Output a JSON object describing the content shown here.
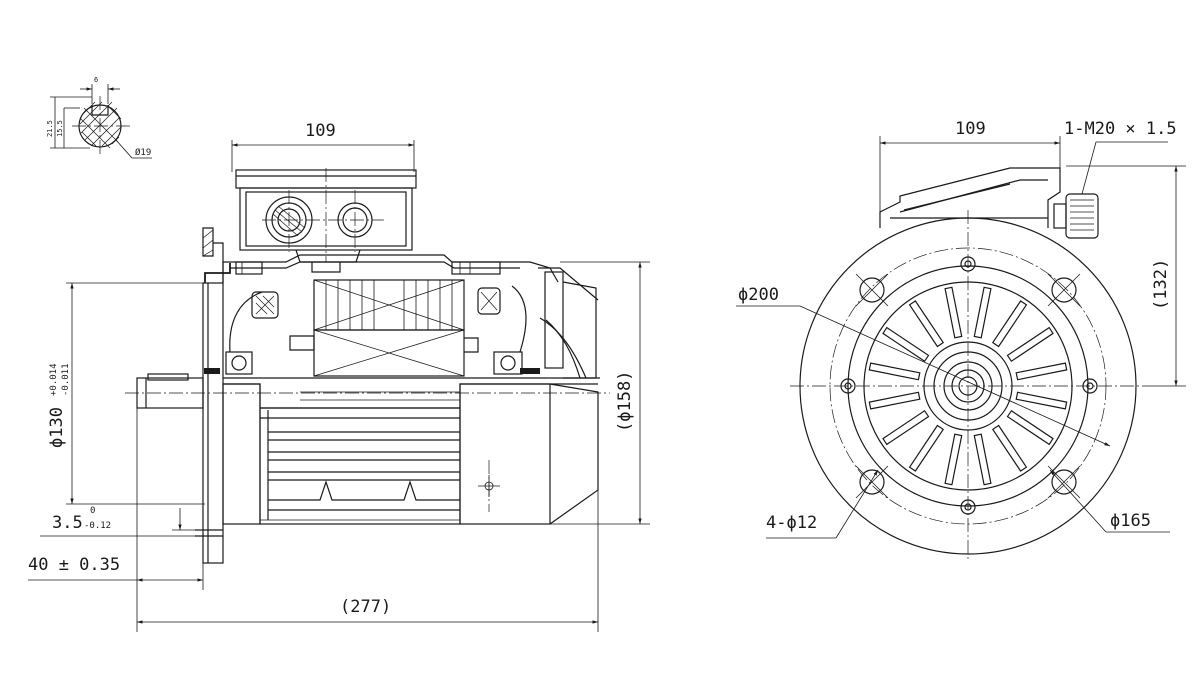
{
  "key_detail": {
    "key_width": "6",
    "dim_21_5": "21.5",
    "dim_15_5": "15.5",
    "shaft_diameter": "Ø19"
  },
  "side_view": {
    "terminal_box_width": "109",
    "spigot_diameter": "ϕ130",
    "spigot_tol_upper": "+0.014",
    "spigot_tol_lower": "-0.011",
    "flange_thickness": "3.5",
    "flange_tol_upper": "0",
    "flange_tol_lower": "-0.12",
    "shaft_length": "40 ± 0.35",
    "overall_length": "(277)",
    "frame_diameter": "(ϕ158)"
  },
  "end_view": {
    "terminal_box_width": "109",
    "cable_gland": "1-M20 × 1.5",
    "flange_diameter": "ϕ200",
    "centre_height": "(132)",
    "bolt_holes": "4-ϕ12",
    "pitch_circle": "ϕ165"
  }
}
